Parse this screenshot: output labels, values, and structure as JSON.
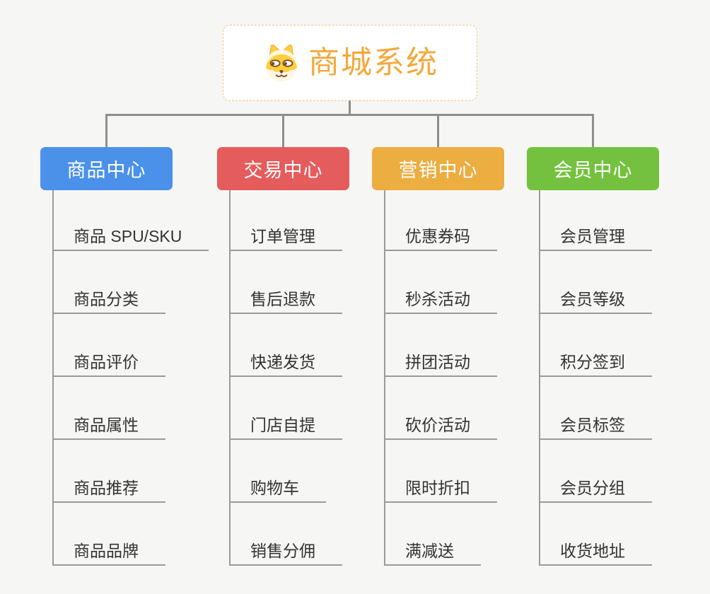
{
  "canvas": {
    "background": "#f6f6f4",
    "connector_color": "#8e8e8e",
    "leaf_line_color": "#9a9a9a"
  },
  "root": {
    "title": "商城系统",
    "icon": "shiba-dog-icon",
    "title_color": "#F2A93C",
    "border_color": "#F2C379"
  },
  "branches": [
    {
      "label": "商品中心",
      "color": "#4B91EA",
      "children": [
        "商品 SPU/SKU",
        "商品分类",
        "商品评价",
        "商品属性",
        "商品推荐",
        "商品品牌"
      ]
    },
    {
      "label": "交易中心",
      "color": "#E55C5C",
      "children": [
        "订单管理",
        "售后退款",
        "快递发货",
        "门店自提",
        "购物车",
        "销售分佣"
      ]
    },
    {
      "label": "营销中心",
      "color": "#ECAD41",
      "children": [
        "优惠券码",
        "秒杀活动",
        "拼团活动",
        "砍价活动",
        "限时折扣",
        "满减送"
      ]
    },
    {
      "label": "会员中心",
      "color": "#74C13F",
      "children": [
        "会员管理",
        "会员等级",
        "积分签到",
        "会员标签",
        "会员分组",
        "收货地址"
      ]
    }
  ]
}
